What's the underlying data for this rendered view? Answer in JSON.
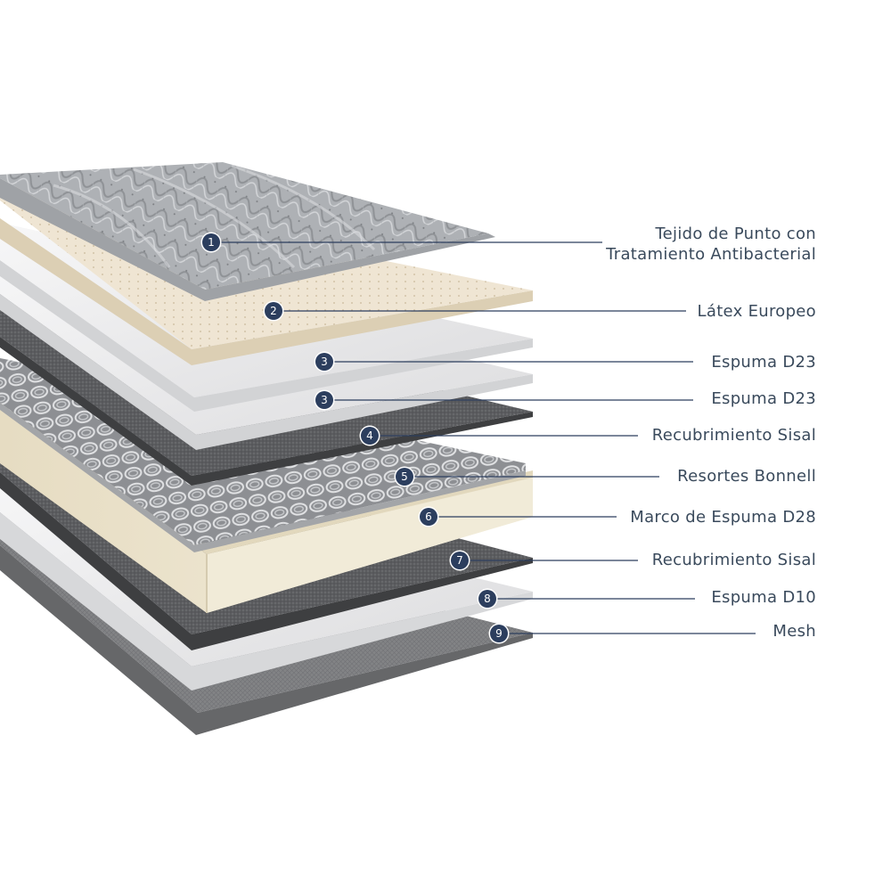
{
  "colors": {
    "accent": "#2c3e5e",
    "leader": "#2c3e5e",
    "label": "#3a4a5c",
    "knit": "#b9bcc0",
    "latex": "#efe5d3",
    "foam": "#f1f1f2",
    "sisal": "#5b5c5f",
    "foam_frame": "#ede6d2",
    "mesh": "#7b7c7f"
  },
  "layers": [
    {
      "id": "layer-1",
      "number": "1",
      "label_lines": [
        "Tejido de Punto con",
        "Tratamiento Antibacterial"
      ]
    },
    {
      "id": "layer-2",
      "number": "2",
      "label_lines": [
        "Látex Europeo"
      ]
    },
    {
      "id": "layer-3a",
      "number": "3",
      "label_lines": [
        "Espuma D23"
      ]
    },
    {
      "id": "layer-3b",
      "number": "3",
      "label_lines": [
        "Espuma D23"
      ]
    },
    {
      "id": "layer-4",
      "number": "4",
      "label_lines": [
        "Recubrimiento Sisal"
      ]
    },
    {
      "id": "layer-5",
      "number": "5",
      "label_lines": [
        "Resortes Bonnell"
      ]
    },
    {
      "id": "layer-6",
      "number": "6",
      "label_lines": [
        "Marco de Espuma D28"
      ]
    },
    {
      "id": "layer-7",
      "number": "7",
      "label_lines": [
        "Recubrimiento Sisal"
      ]
    },
    {
      "id": "layer-8",
      "number": "8",
      "label_lines": [
        "Espuma D10"
      ]
    },
    {
      "id": "layer-9",
      "number": "9",
      "label_lines": [
        "Mesh"
      ]
    }
  ]
}
